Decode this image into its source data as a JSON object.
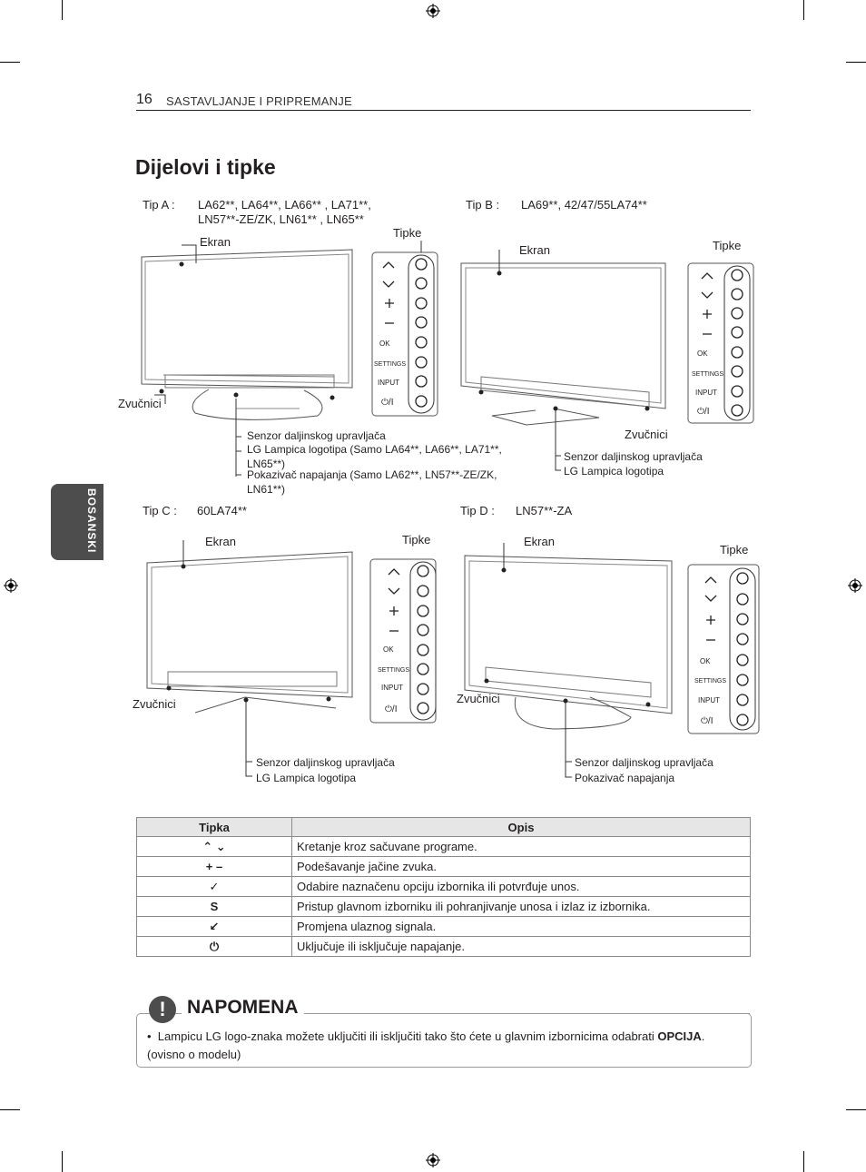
{
  "header": {
    "page_number": "16",
    "section": "SASTAVLJANJE I PRIPREMANJE"
  },
  "title": "Dijelovi i tipke",
  "language_tab": "BOSANSKI",
  "common": {
    "screen": "Ekran",
    "buttons": "Tipke",
    "speakers": "Zvučnici"
  },
  "button_labels": {
    "ok": "OK",
    "settings": "SETTINGS",
    "input": "INPUT"
  },
  "type_a": {
    "label": "Tip A :",
    "models_line1": "LA62**, LA64**, LA66** , LA71**,",
    "models_line2": "LN57**-ZE/ZK, LN61** , LN65**",
    "callouts": [
      "Senzor daljinskog upravljača",
      "LG Lampica logotipa (Samo LA64**, LA66**, LA71**,",
      "LN65**)",
      "Pokazivač napajanja (Samo LA62**, LN57**-ZE/ZK,",
      "LN61**)"
    ]
  },
  "type_b": {
    "label": "Tip B :",
    "models": "LA69**, 42/47/55LA74**",
    "callouts": [
      "Senzor daljinskog upravljača",
      "LG Lampica logotipa"
    ]
  },
  "type_c": {
    "label": "Tip C :",
    "models": "60LA74**",
    "callouts": [
      "Senzor daljinskog upravljača",
      "LG Lampica logotipa"
    ]
  },
  "type_d": {
    "label": "Tip D :",
    "models": "LN57**-ZA",
    "callouts": [
      "Senzor daljinskog upravljača",
      "Pokazivač napajanja"
    ]
  },
  "table": {
    "headers": [
      "Tipka",
      "Opis"
    ],
    "rows": [
      {
        "key": "⌃ ⌄",
        "desc": "Kretanje kroz sačuvane programe."
      },
      {
        "key": "+ –",
        "desc": "Podešavanje jačine zvuka."
      },
      {
        "key": "✓",
        "desc": "Odabire naznačenu opciju izbornika ili potvrđuje unos."
      },
      {
        "key": "S",
        "desc": "Pristup glavnom izborniku ili pohranjivanje unosa i izlaz iz izbornika."
      },
      {
        "key": "↙",
        "desc": "Promjena ulaznog signala."
      },
      {
        "key": "⏻",
        "desc": "Uključuje ili isključuje napajanje."
      }
    ]
  },
  "note": {
    "title": "NAPOMENA",
    "text_before": "Lampicu LG logo-znaka možete uključiti ili isključiti tako što ćete u glavnim izbornicima odabrati",
    "text_bold": "OPCIJA",
    "text_after": ". (ovisno o modelu)"
  }
}
